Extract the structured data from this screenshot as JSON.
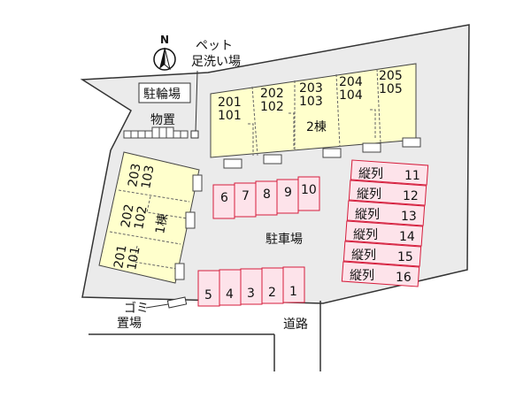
{
  "labels": {
    "pet_wash": [
      "ペット",
      "足洗い場"
    ],
    "bicycle_parking": "駐輪場",
    "storage": "物置",
    "garbage": [
      "ゴミ",
      "置場"
    ],
    "parking": "駐車場",
    "road": "道路",
    "north": "N"
  },
  "building2": {
    "name": "2棟",
    "units": [
      {
        "upper": "201",
        "lower": "101"
      },
      {
        "upper": "202",
        "lower": "102"
      },
      {
        "upper": "203",
        "lower": "103"
      },
      {
        "upper": "204",
        "lower": "104"
      },
      {
        "upper": "205",
        "lower": "105"
      }
    ]
  },
  "building1": {
    "name": "1棟",
    "units": [
      {
        "upper": "203",
        "lower": "103"
      },
      {
        "upper": "202",
        "lower": "102"
      },
      {
        "upper": "201",
        "lower": "101"
      }
    ]
  },
  "parking_top_row": [
    "6",
    "7",
    "8",
    "9",
    "10"
  ],
  "parking_bottom_row": [
    "5",
    "4",
    "3",
    "2",
    "1"
  ],
  "parking_column": [
    {
      "label": "縦列",
      "num": "11"
    },
    {
      "label": "縦列",
      "num": "12"
    },
    {
      "label": "縦列",
      "num": "13"
    },
    {
      "label": "縦列",
      "num": "14"
    },
    {
      "label": "縦列",
      "num": "15"
    },
    {
      "label": "縦列",
      "num": "16"
    }
  ]
}
